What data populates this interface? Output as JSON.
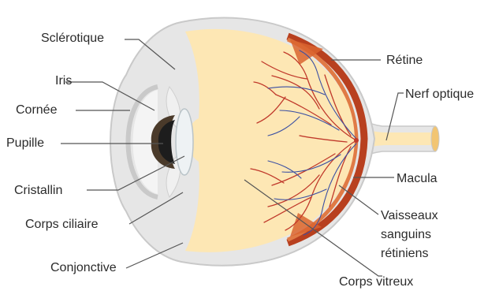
{
  "labels": {
    "sclerotique": "Sclérotique",
    "iris": "Iris",
    "cornee": "Cornée",
    "pupille": "Pupille",
    "cristallin": "Cristallin",
    "corps_ciliaire": "Corps ciliaire",
    "conjonctive": "Conjonctive",
    "retine": "Rétine",
    "nerf_optique": "Nerf optique",
    "macula": "Macula",
    "vaisseaux_line1": "Vaisseaux",
    "vaisseaux_line2": "sanguins",
    "vaisseaux_line3": "rétiniens",
    "corps_vitreux": "Corps vitreux"
  },
  "colors": {
    "sclera": "#e6e6e6",
    "sclera_outline": "#c9c9c9",
    "vitreous": "#fde7b4",
    "retina": "#b8401f",
    "retina_light": "#e07a45",
    "artery": "#c0392b",
    "vein": "#3a4fa3",
    "pupil": "#1d1d1d",
    "iris": "#4a3a2a",
    "nerve": "#fde7b4",
    "leader": "#555555"
  }
}
